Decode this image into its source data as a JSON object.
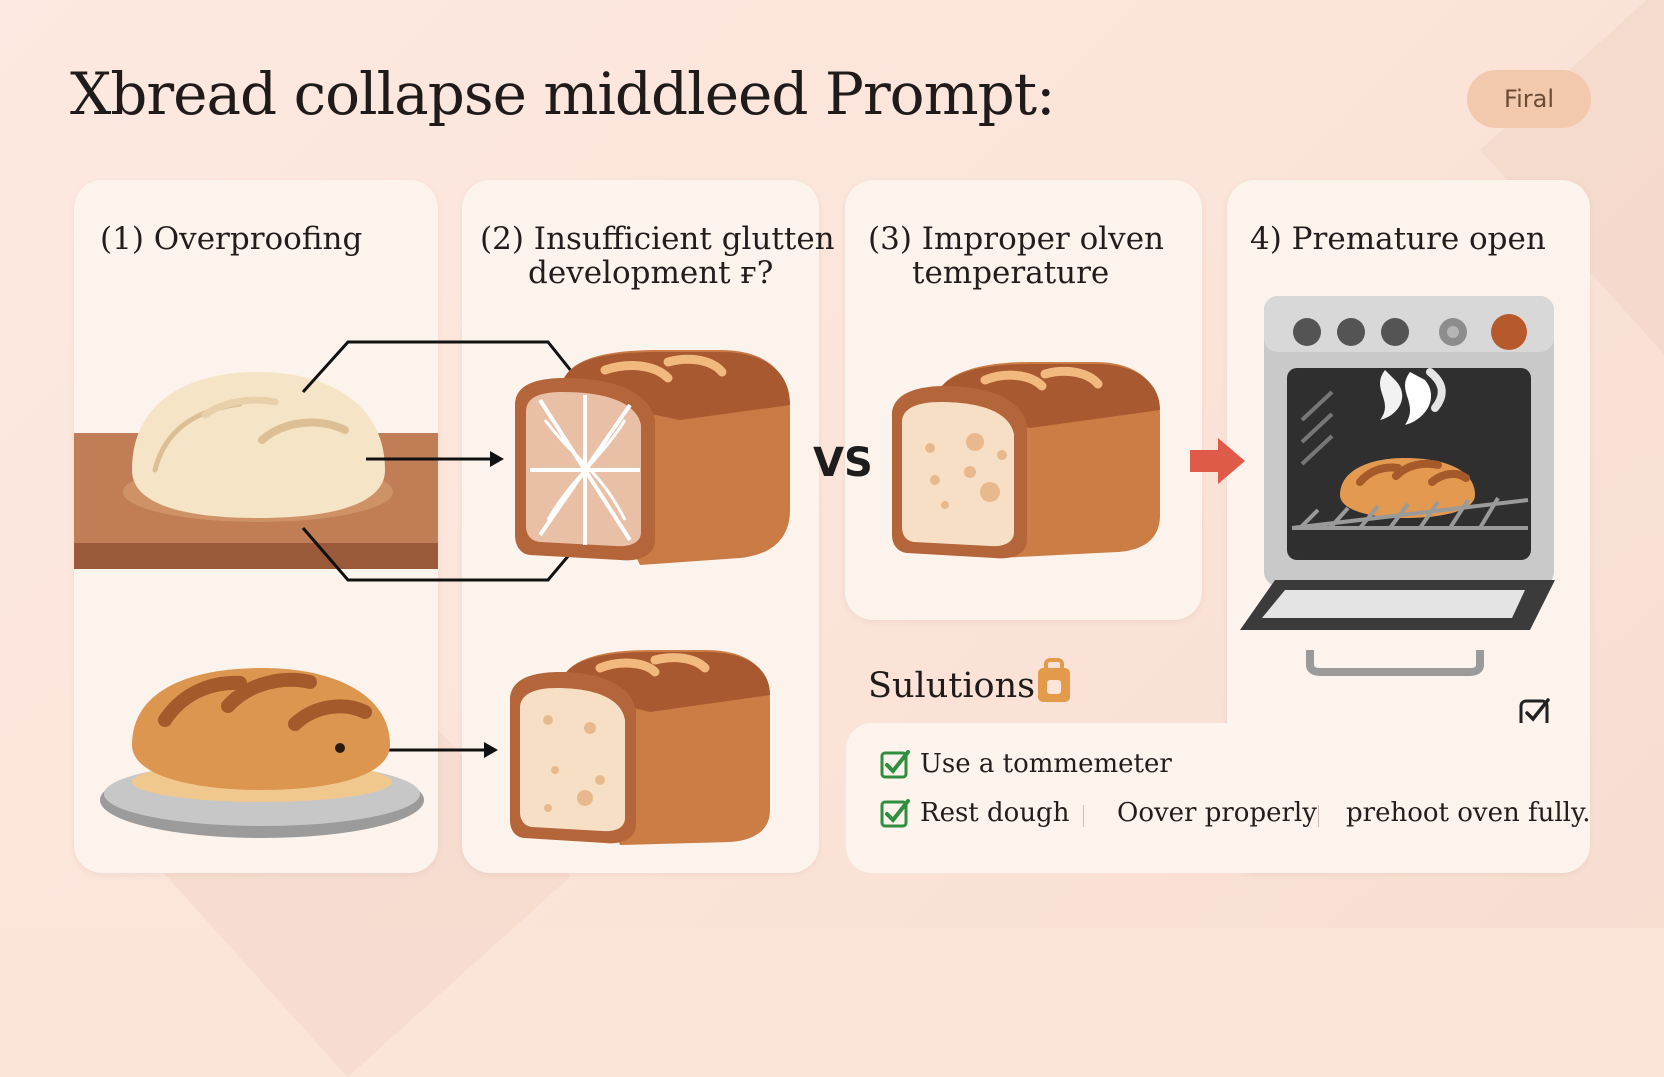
{
  "header": {
    "title": "Xbread collapse middleed Prompt:",
    "badge": "Firal"
  },
  "panels": [
    {
      "label_line1": "(1) Overproofing",
      "label_line2": ""
    },
    {
      "label_line1": "(2) Insufficient glutten",
      "label_line2": "development ғ?"
    },
    {
      "label_line1": "(3) Improper olven",
      "label_line2": "temperature"
    },
    {
      "label_line1": "4) Premature open",
      "label_line2": ""
    }
  ],
  "vs_label": "VS",
  "solutions": {
    "title": "Sulutions:",
    "items": [
      "Use a tommemeter",
      "Rest dough",
      "Oover properly",
      "prehoot oven fully."
    ]
  },
  "colors": {
    "background": "#fbe5db",
    "card": "#fcf3ec",
    "crust": "#b8683a",
    "crumb": "#f6dcc0",
    "check": "#2f8f3e",
    "arrow": "#e05a49",
    "badge": "#f2c9ad"
  },
  "icons": [
    "oven-icon",
    "checkbox-icon",
    "clipboard-icon",
    "arrow-right-icon"
  ]
}
